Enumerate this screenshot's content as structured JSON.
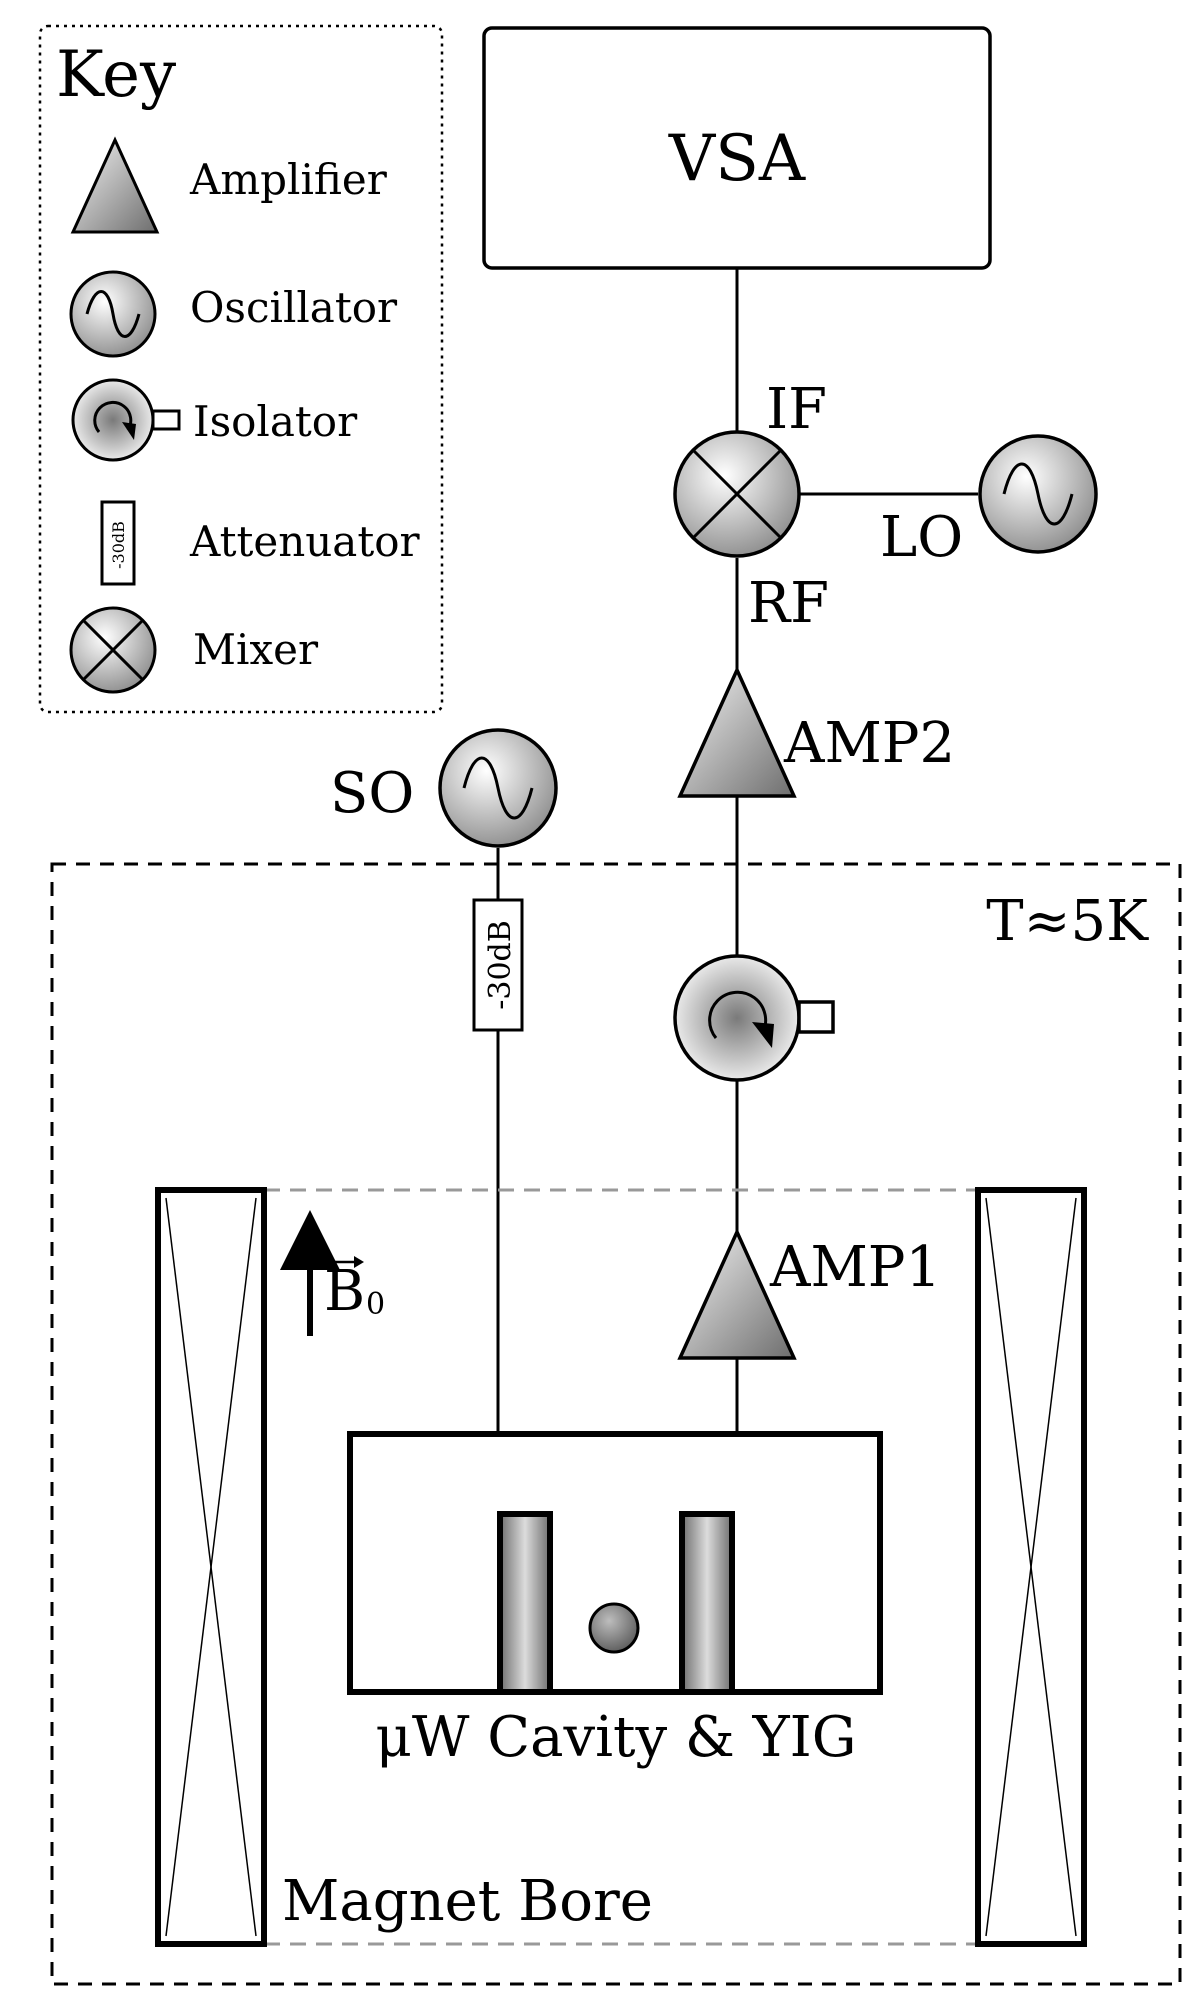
{
  "key": {
    "title": "Key",
    "items": [
      {
        "icon": "amplifier-icon",
        "label": "Amplifier"
      },
      {
        "icon": "oscillator-icon",
        "label": "Oscillator"
      },
      {
        "icon": "isolator-icon",
        "label": "Isolator"
      },
      {
        "icon": "attenuator-icon",
        "label": "Attenuator"
      },
      {
        "icon": "mixer-icon",
        "label": "Mixer"
      }
    ],
    "attenuator_text": "-30dB"
  },
  "vsa": {
    "label": "VSA"
  },
  "mixer": {
    "if_label": "IF",
    "rf_label": "RF",
    "lo_label": "LO"
  },
  "amp2": {
    "label": "AMP2"
  },
  "amp1": {
    "label": "AMP1"
  },
  "source_oscillator": {
    "label": "SO"
  },
  "attenuator": {
    "label": "-30dB"
  },
  "cryostat": {
    "temperature_label": "T≈5K"
  },
  "field": {
    "label": "B",
    "subscript": "0"
  },
  "cavity": {
    "label": "μW Cavity & YIG"
  },
  "magnet": {
    "label": "Magnet Bore"
  },
  "colors": {
    "line": "#000000",
    "dashed_gray": "#999999",
    "fill_gray": "#8a8a8a"
  }
}
